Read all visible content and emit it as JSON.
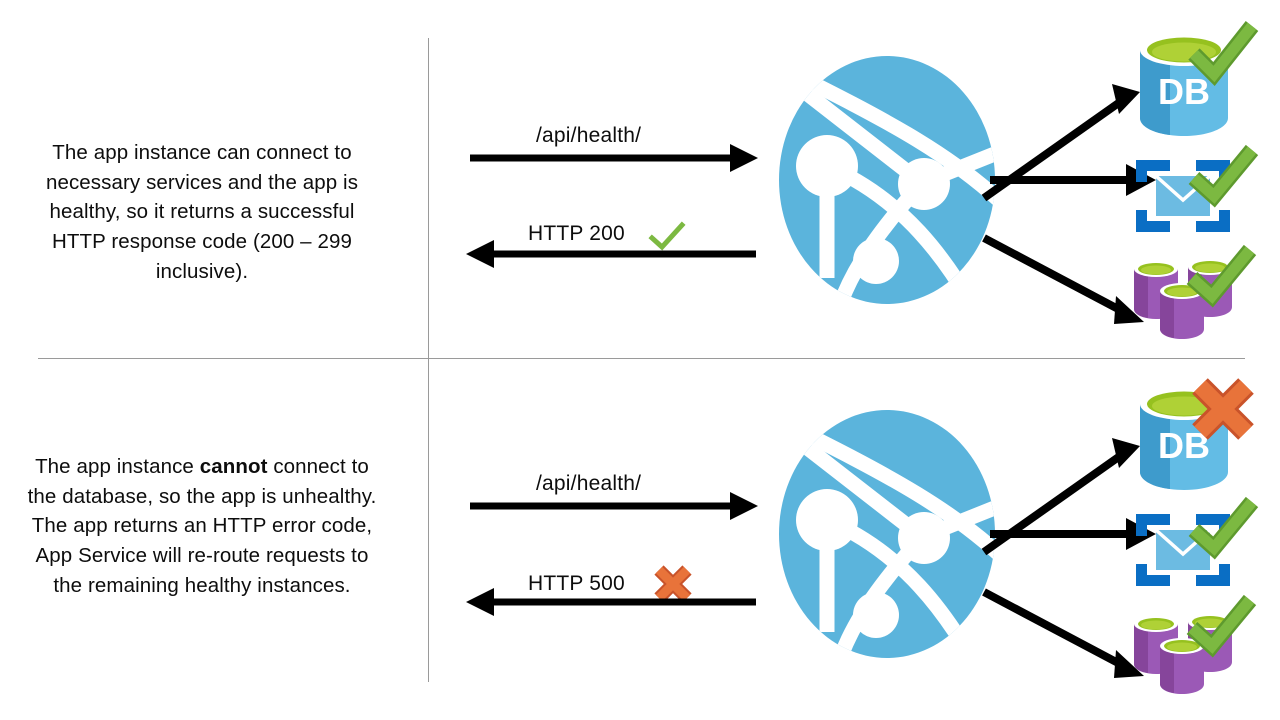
{
  "diagram": {
    "title": "App Service health check request flow",
    "colors": {
      "globe_blue": "#5BB4DC",
      "db_blue_dark": "#3E9BCC",
      "db_blue_light": "#63BCE5",
      "db_top_green": "#96C11F",
      "db_top_green_light": "#AFD136",
      "mail_frame_blue": "#0A6EC4",
      "mail_envelope_blue": "#6CBBE2",
      "storage_purple_dark": "#86459B",
      "storage_purple_light": "#9B59B6",
      "check_green": "#7CB941",
      "check_green_stroke": "#5E9A2E",
      "x_orange": "#E8733A",
      "x_orange_stroke": "#C9532A",
      "arrow_black": "#000000",
      "divider_gray": "#9A9A9A",
      "text_black": "#0D0D0D"
    },
    "rows": [
      {
        "id": "healthy",
        "description_parts": [
          {
            "text": "The app instance can connect to necessary services and the app is healthy, so it returns a successful HTTP response code (200 ",
            "bold": false
          },
          {
            "text": "–",
            "bold": false
          },
          {
            "text": " 299 inclusive).",
            "bold": false
          }
        ],
        "description_plain": "The app instance can connect to necessary services and the app is healthy, so it returns a successful HTTP response code (200 – 299 inclusive).",
        "request_label": "/api/health/",
        "response_label": "HTTP 200",
        "response_status_icon": "check-icon",
        "hub_icon": "globe-network-icon",
        "services": [
          {
            "name": "database",
            "label": "DB",
            "icon": "database-icon",
            "status": "healthy",
            "status_icon": "check-icon"
          },
          {
            "name": "email",
            "label": "",
            "icon": "email-icon",
            "status": "healthy",
            "status_icon": "check-icon"
          },
          {
            "name": "storage",
            "label": "",
            "icon": "storage-queue-icon",
            "status": "healthy",
            "status_icon": "check-icon"
          }
        ]
      },
      {
        "id": "unhealthy",
        "description_parts": [
          {
            "text": "The app instance ",
            "bold": false
          },
          {
            "text": "cannot",
            "bold": true
          },
          {
            "text": " connect to the database, so the app is unhealthy. The app returns an HTTP error code, App Service will re-route requests to the remaining healthy instances.",
            "bold": false
          }
        ],
        "description_plain": "The app instance cannot connect to the database, so the app is unhealthy. The app returns an HTTP error code, App Service will re-route requests to the remaining healthy instances.",
        "request_label": "/api/health/",
        "response_label": "HTTP 500",
        "response_status_icon": "x-icon",
        "hub_icon": "globe-network-icon",
        "services": [
          {
            "name": "database",
            "label": "DB",
            "icon": "database-icon",
            "status": "unhealthy",
            "status_icon": "x-icon"
          },
          {
            "name": "email",
            "label": "",
            "icon": "email-icon",
            "status": "healthy",
            "status_icon": "check-icon"
          },
          {
            "name": "storage",
            "label": "",
            "icon": "storage-queue-icon",
            "status": "healthy",
            "status_icon": "check-icon"
          }
        ]
      }
    ]
  }
}
